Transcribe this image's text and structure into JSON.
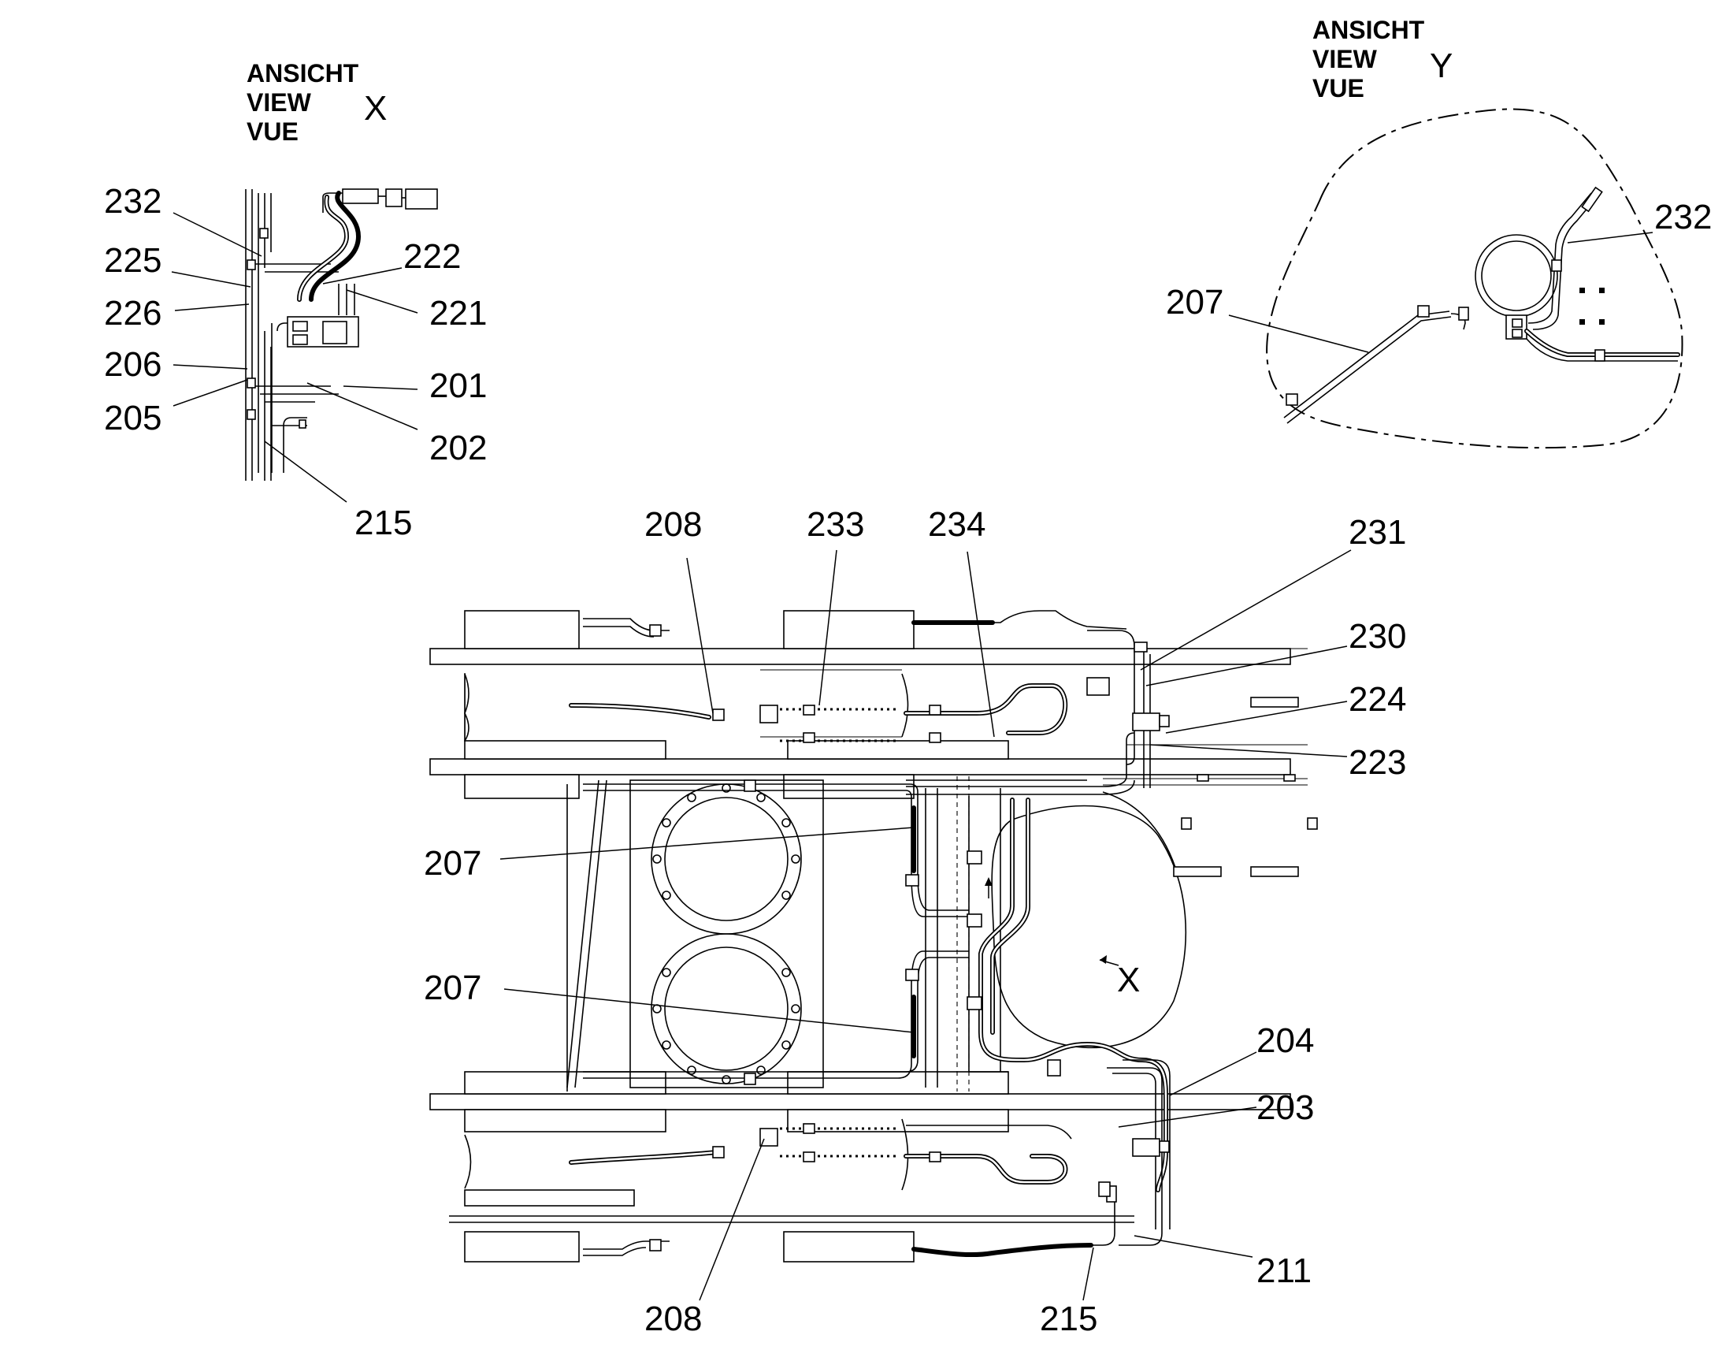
{
  "view_x": {
    "lines": [
      "ANSICHT",
      "VIEW",
      "VUE"
    ],
    "letter": "X"
  },
  "view_y": {
    "lines": [
      "ANSICHT",
      "VIEW",
      "VUE"
    ],
    "letter": "Y"
  },
  "main_marker": {
    "letter": "X"
  },
  "labels": {
    "x_232": "232",
    "x_225": "225",
    "x_226": "226",
    "x_222": "222",
    "x_221": "221",
    "x_206": "206",
    "x_205": "205",
    "x_201": "201",
    "x_202": "202",
    "x_215": "215",
    "y_207": "207",
    "y_232": "232",
    "m_208_top": "208",
    "m_233": "233",
    "m_234": "234",
    "m_231": "231",
    "m_230": "230",
    "m_224": "224",
    "m_223": "223",
    "m_207_a": "207",
    "m_207_b": "207",
    "m_204": "204",
    "m_203": "203",
    "m_211": "211",
    "m_208_bot": "208",
    "m_215": "215"
  }
}
